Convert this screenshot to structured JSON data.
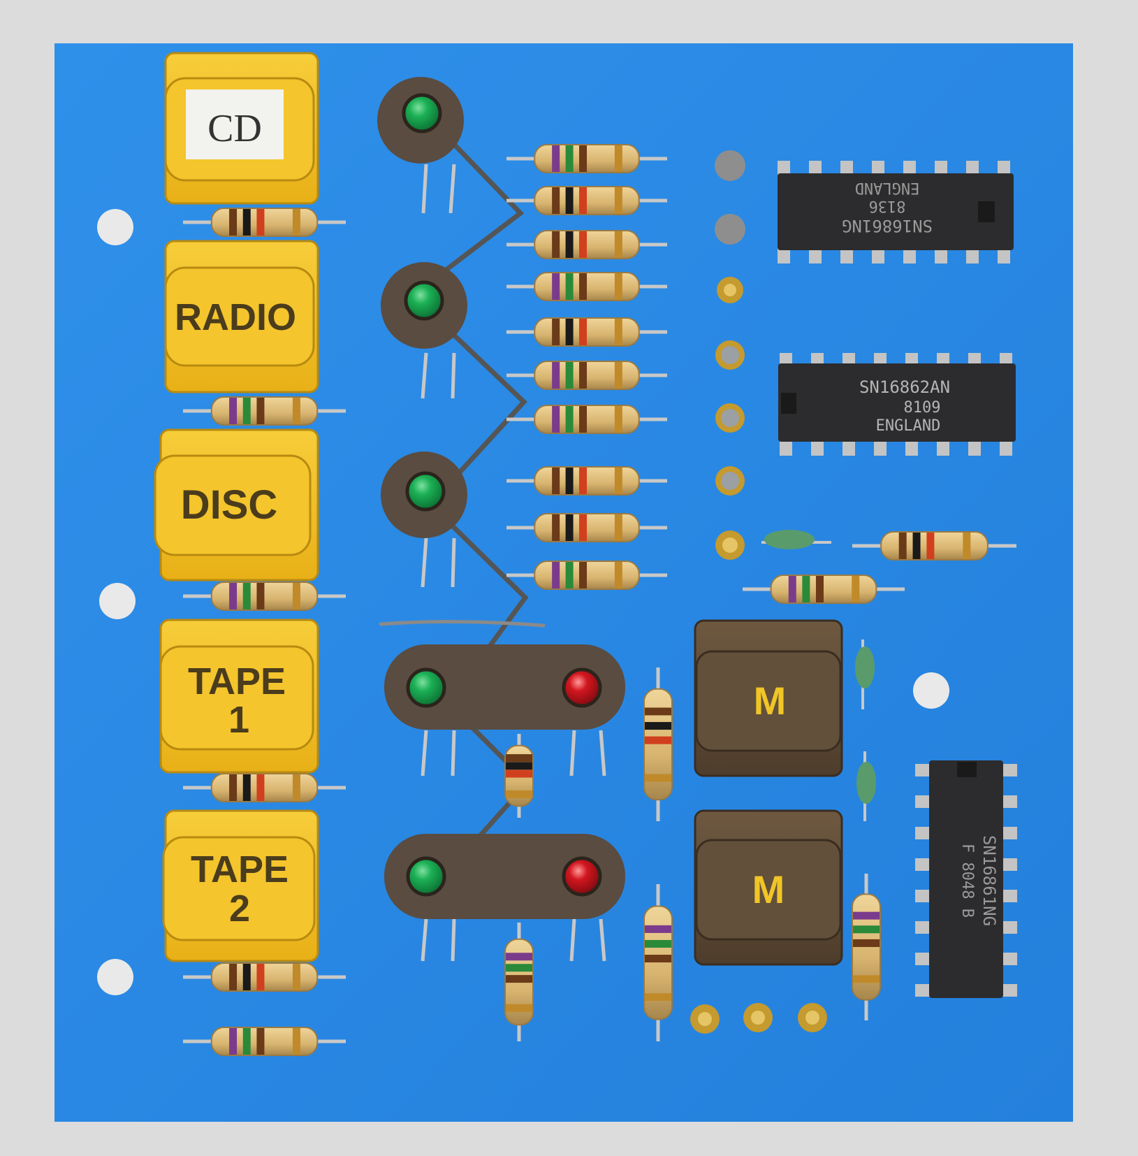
{
  "colors": {
    "background": "#dcdcdc",
    "pcb": "#2a8ce6",
    "button_yellow": "#f2be22",
    "button_brown": "#5e4a35",
    "led_green": "#12a24a",
    "led_red": "#c8141e",
    "chip": "#2c2c2e",
    "resistor_body": "#d9b776"
  },
  "buttons": {
    "cd": "CD",
    "radio": "RADIO",
    "disc": "DISC",
    "tape1_line1": "TAPE",
    "tape1_line2": "1",
    "tape2_line1": "TAPE",
    "tape2_line2": "2",
    "memory_a": "M",
    "memory_b": "M"
  },
  "chips": {
    "chip1": {
      "line1": "SN16861NG",
      "line2": "8136",
      "line3": "ENGLAND"
    },
    "chip2": {
      "line1": "SN16862AN",
      "line2": "8109",
      "line3": "ENGLAND"
    },
    "chip3": {
      "line1": "SN16861NG",
      "line2": "F 8048 B"
    }
  },
  "leds": [
    {
      "color": "green"
    },
    {
      "color": "green"
    },
    {
      "color": "green"
    },
    {
      "color": "green"
    },
    {
      "color": "red"
    },
    {
      "color": "green"
    },
    {
      "color": "red"
    }
  ]
}
